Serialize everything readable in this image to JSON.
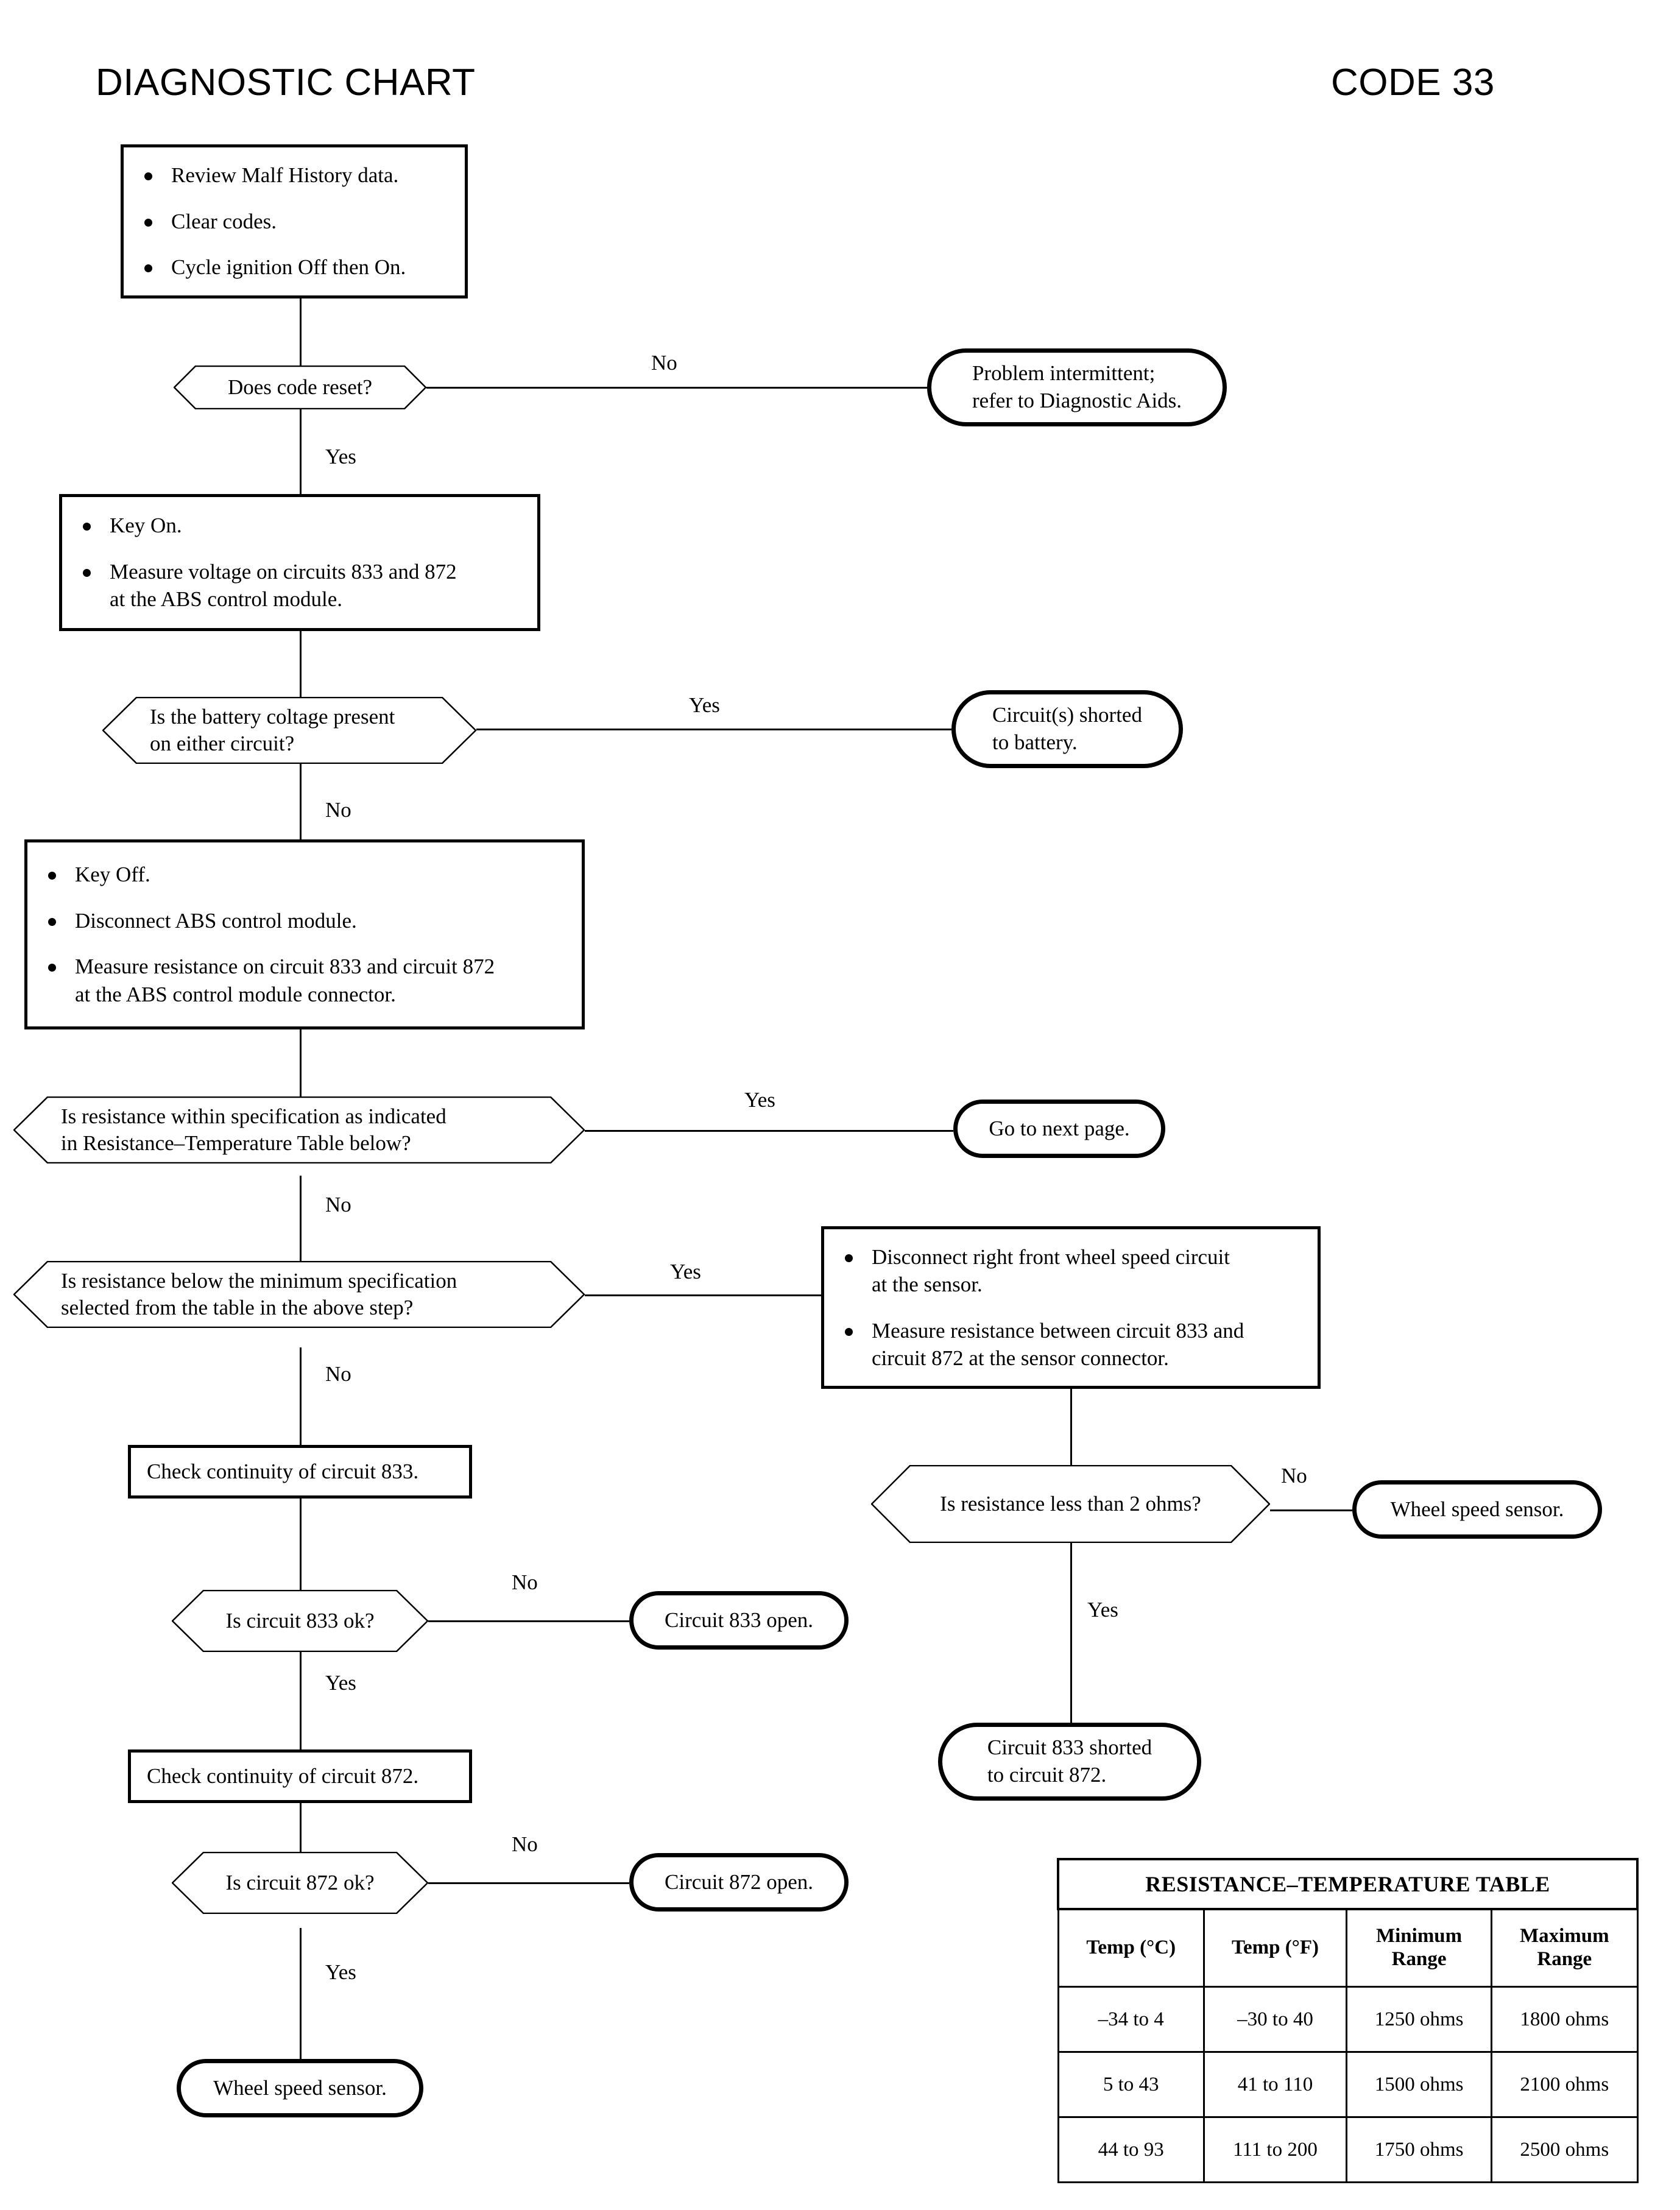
{
  "header": {
    "title": "DIAGNOSTIC CHART",
    "code": "CODE 33"
  },
  "nodes": {
    "step1": {
      "type": "process",
      "bullets": [
        "Review Malf History data.",
        "Clear codes.",
        "Cycle ignition Off then On."
      ]
    },
    "dec_code_reset": {
      "type": "decision",
      "text": "Does code reset?"
    },
    "term_intermittent": {
      "type": "terminal",
      "line1": "Problem intermittent;",
      "line2": "refer to Diagnostic Aids."
    },
    "step2": {
      "type": "process",
      "bullets": [
        "Key On.",
        "Measure voltage on circuits 833 and 872 at the ABS control module."
      ],
      "bullet2_line1": "Measure voltage on circuits 833 and 872",
      "bullet2_line2": "at the ABS control module."
    },
    "dec_battery_voltage": {
      "type": "decision",
      "line1": "Is the battery coltage present",
      "line2": "on either circuit?"
    },
    "term_shorted_battery": {
      "type": "terminal",
      "line1": "Circuit(s) shorted",
      "line2": "to battery."
    },
    "step3": {
      "type": "process",
      "bullet1": "Key Off.",
      "bullet2": "Disconnect ABS control module.",
      "bullet3_line1": "Measure resistance on circuit 833 and circuit 872",
      "bullet3_line2": "at the ABS control module connector."
    },
    "dec_within_spec": {
      "type": "decision",
      "line1": "Is resistance within specification as indicated",
      "line2": "in Resistance–Temperature Table below?"
    },
    "term_next_page": {
      "type": "terminal",
      "text": "Go to next page."
    },
    "dec_below_min": {
      "type": "decision",
      "line1": "Is resistance below the minimum specification",
      "line2": "selected from the table in the above step?"
    },
    "step4": {
      "type": "process",
      "bullet1_line1": "Disconnect right front wheel speed circuit",
      "bullet1_line2": "at the sensor.",
      "bullet2_line1": "Measure resistance between circuit 833 and",
      "bullet2_line2": "circuit 872 at the sensor connector."
    },
    "proc_check_833": {
      "type": "process",
      "text": "Check continuity of circuit 833."
    },
    "dec_833_ok": {
      "type": "decision",
      "text": "Is circuit 833 ok?"
    },
    "term_833_open": {
      "type": "terminal",
      "text": "Circuit 833 open."
    },
    "proc_check_872": {
      "type": "process",
      "text": "Check continuity of circuit 872."
    },
    "dec_872_ok": {
      "type": "decision",
      "text": "Is circuit 872 ok?"
    },
    "term_872_open": {
      "type": "terminal",
      "text": "Circuit 872 open."
    },
    "term_wheel_sensor_left": {
      "type": "terminal",
      "text": "Wheel speed sensor."
    },
    "dec_less_2_ohms": {
      "type": "decision",
      "text": "Is resistance less than 2 ohms?"
    },
    "term_wheel_sensor_right": {
      "type": "terminal",
      "text": "Wheel speed sensor."
    },
    "term_833_shorted_872": {
      "type": "terminal",
      "line1": "Circuit 833 shorted",
      "line2": "to circuit 872."
    }
  },
  "edge_labels": {
    "code_reset_no": "No",
    "code_reset_yes": "Yes",
    "battery_yes": "Yes",
    "battery_no": "No",
    "within_spec_yes": "Yes",
    "within_spec_no": "No",
    "below_min_yes": "Yes",
    "below_min_no": "No",
    "ok833_no": "No",
    "ok833_yes": "Yes",
    "ok872_no": "No",
    "ok872_yes": "Yes",
    "ohms_no": "No",
    "ohms_yes": "Yes"
  },
  "table": {
    "title": "RESISTANCE–TEMPERATURE TABLE",
    "columns": [
      "Temp (°C)",
      "Temp (°F)",
      "Minimum\nRange",
      "Maximum\nRange"
    ],
    "col_c": "Temp (°C)",
    "col_f": "Temp (°F)",
    "col_min_l1": "Minimum",
    "col_min_l2": "Range",
    "col_max_l1": "Maximum",
    "col_max_l2": "Range",
    "rows": [
      {
        "c": "–34 to 4",
        "f": "–30 to 40",
        "min": "1250 ohms",
        "max": "1800 ohms"
      },
      {
        "c": "5 to 43",
        "f": "41 to 110",
        "min": "1500 ohms",
        "max": "2100 ohms"
      },
      {
        "c": "44 to 93",
        "f": "111 to 200",
        "min": "1750 ohms",
        "max": "2500 ohms"
      }
    ]
  },
  "colors": {
    "ink": "#000000",
    "paper": "#ffffff"
  }
}
